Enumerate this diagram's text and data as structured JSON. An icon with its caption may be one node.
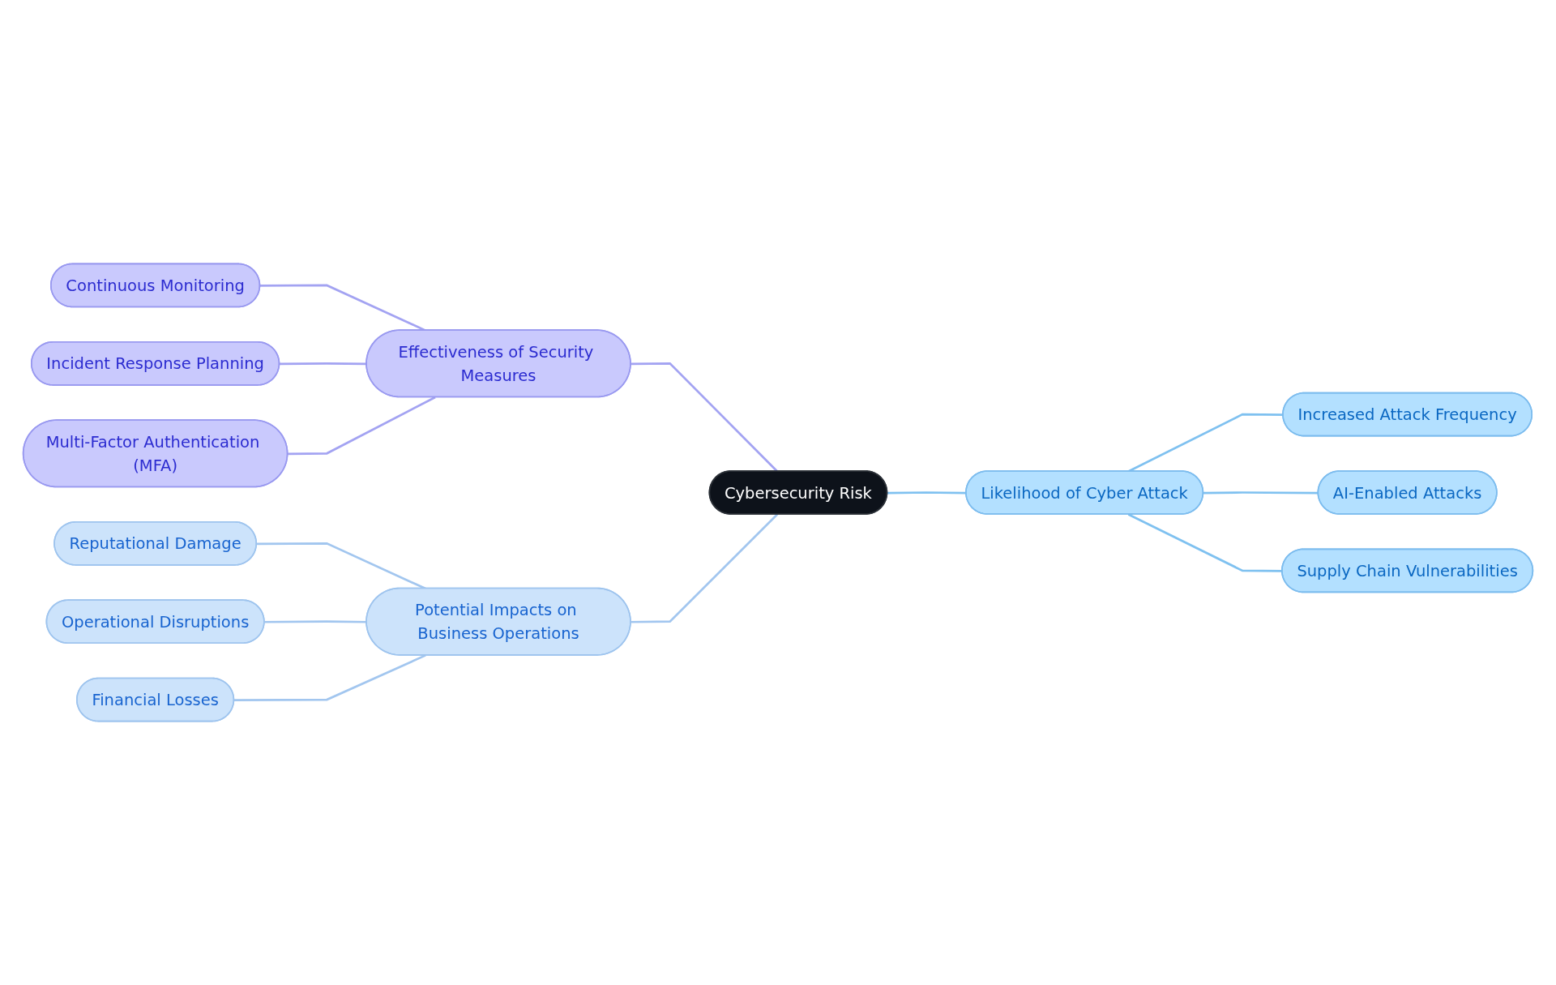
{
  "diagram": {
    "nodes": [
      {
        "text": [
          "Cybersecurity Risk"
        ]
      },
      {
        "text": [
          "Effectiveness of Security Measures"
        ]
      },
      {
        "text": [
          "Continuous Monitoring"
        ]
      },
      {
        "text": [
          "Incident Response Planning"
        ]
      },
      {
        "text": [
          "Multi-Factor Authentication (MFA)"
        ]
      },
      {
        "text": [
          "Likelihood of Cyber Attack"
        ]
      },
      {
        "text": [
          "Increased Attack Frequency"
        ]
      },
      {
        "text": [
          "AI-Enabled Attacks"
        ]
      },
      {
        "text": [
          "Supply Chain Vulnerabilities"
        ]
      },
      {
        "text": [
          "Potential Impacts on Business Operations"
        ]
      },
      {
        "text": [
          "Reputational Damage"
        ]
      },
      {
        "text": [
          "Operational Disruptions"
        ]
      },
      {
        "text": [
          "Financial Losses"
        ]
      }
    ],
    "edges": [
      {
        "from": 0,
        "to": 1,
        "arrow": "none",
        "color": "#a3a3f2"
      },
      {
        "from": 1,
        "to": 2,
        "arrow": "none",
        "color": "#a3a3f2"
      },
      {
        "from": 1,
        "to": 3,
        "arrow": "none",
        "color": "#a3a3f2"
      },
      {
        "from": 1,
        "to": 4,
        "arrow": "none",
        "color": "#a3a3f2"
      },
      {
        "from": 0,
        "to": 5,
        "arrow": "none",
        "color": "#7fc1f0"
      },
      {
        "from": 5,
        "to": 6,
        "arrow": "none",
        "color": "#7fc1f0"
      },
      {
        "from": 5,
        "to": 7,
        "arrow": "none",
        "color": "#7fc1f0"
      },
      {
        "from": 5,
        "to": 8,
        "arrow": "none",
        "color": "#7fc1f0"
      },
      {
        "from": 0,
        "to": 9,
        "arrow": "none",
        "color": "#a2c6ef"
      },
      {
        "from": 9,
        "to": 10,
        "arrow": "none",
        "color": "#a2c6ef"
      },
      {
        "from": 9,
        "to": 11,
        "arrow": "none",
        "color": "#a2c6ef"
      },
      {
        "from": 9,
        "to": 12,
        "arrow": "none",
        "color": "#a2c6ef"
      }
    ]
  }
}
